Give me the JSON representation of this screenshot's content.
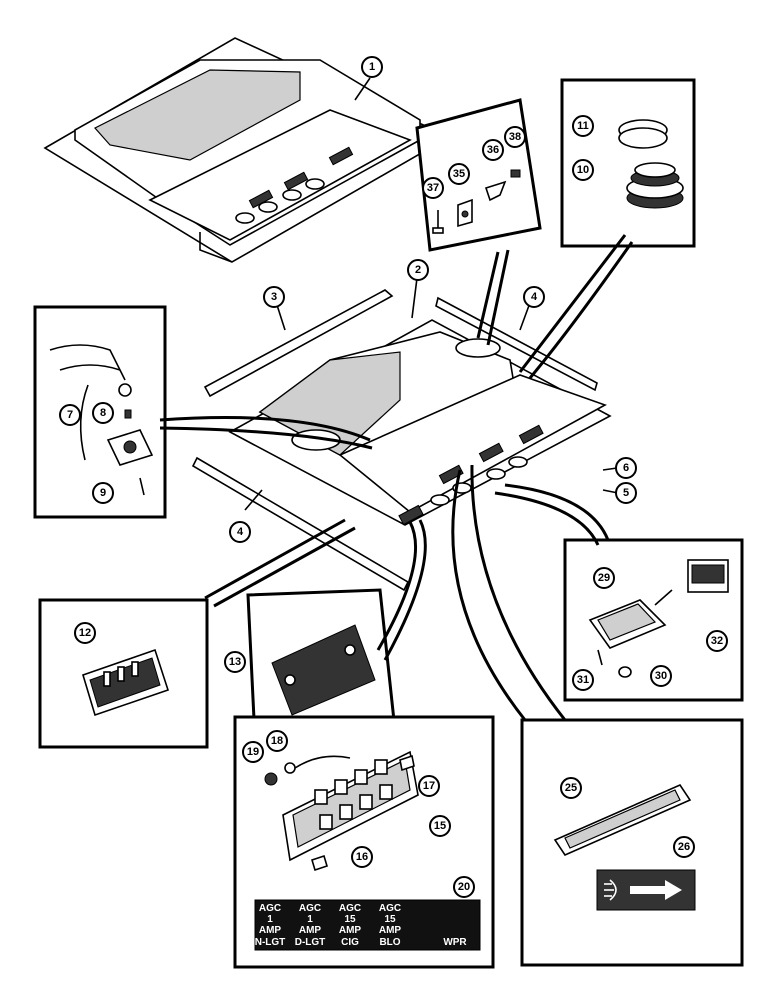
{
  "callouts": [
    {
      "id": "c1",
      "n": "1"
    },
    {
      "id": "c2",
      "n": "2"
    },
    {
      "id": "c3",
      "n": "3"
    },
    {
      "id": "c4a",
      "n": "4"
    },
    {
      "id": "c4b",
      "n": "4"
    },
    {
      "id": "c5",
      "n": "5"
    },
    {
      "id": "c6",
      "n": "6"
    },
    {
      "id": "c7",
      "n": "7"
    },
    {
      "id": "c8",
      "n": "8"
    },
    {
      "id": "c9",
      "n": "9"
    },
    {
      "id": "c10",
      "n": "10"
    },
    {
      "id": "c11",
      "n": "11"
    },
    {
      "id": "c12",
      "n": "12"
    },
    {
      "id": "c13",
      "n": "13"
    },
    {
      "id": "c15",
      "n": "15"
    },
    {
      "id": "c16",
      "n": "16"
    },
    {
      "id": "c17",
      "n": "17"
    },
    {
      "id": "c18",
      "n": "18"
    },
    {
      "id": "c19",
      "n": "19"
    },
    {
      "id": "c20",
      "n": "20"
    },
    {
      "id": "c25",
      "n": "25"
    },
    {
      "id": "c26",
      "n": "26"
    },
    {
      "id": "c29",
      "n": "29"
    },
    {
      "id": "c30",
      "n": "30"
    },
    {
      "id": "c31",
      "n": "31"
    },
    {
      "id": "c32",
      "n": "32"
    },
    {
      "id": "c35",
      "n": "35"
    },
    {
      "id": "c36",
      "n": "36"
    },
    {
      "id": "c37",
      "n": "37"
    },
    {
      "id": "c38",
      "n": "38"
    }
  ],
  "fuse_label": {
    "row1": [
      "AGC",
      "AGC",
      "AGC",
      "AGC"
    ],
    "row2": [
      "1",
      "1",
      "15",
      "15"
    ],
    "row3": [
      "AMP",
      "AMP",
      "AMP",
      "AMP"
    ],
    "row4": [
      "N-LGT",
      "D-LGT",
      "CIG",
      "BLO",
      "WPR"
    ]
  }
}
